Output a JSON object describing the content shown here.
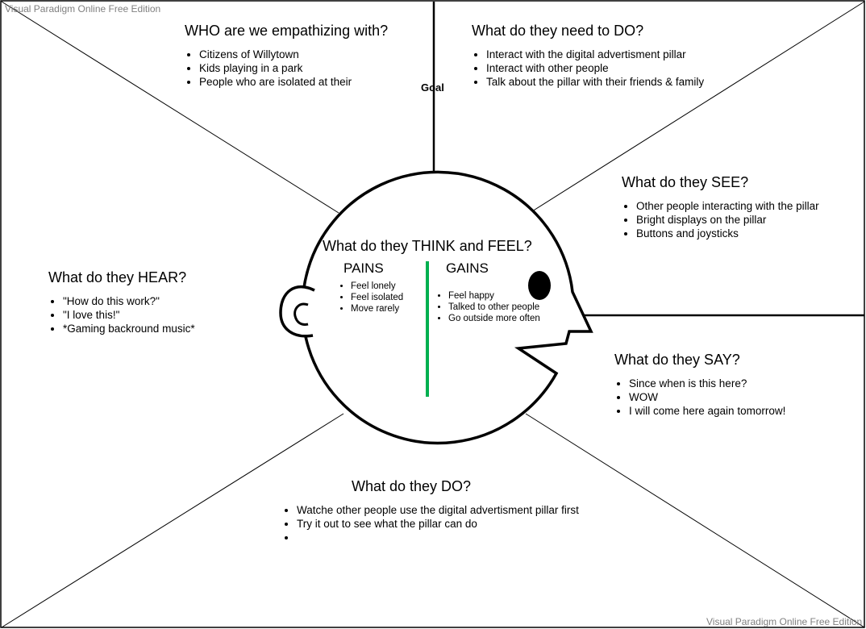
{
  "watermark": "Visual Paradigm Online Free Edition",
  "goal_label": "Goal",
  "colors": {
    "divider": "#00b050",
    "line": "#000000",
    "watermark": "#808080"
  },
  "who": {
    "title": "WHO are we empathizing with?",
    "items": [
      "Citizens of Willytown",
      "Kids playing in  a park",
      "People who are isolated at their"
    ]
  },
  "need_to_do": {
    "title": "What do they need to DO?",
    "items": [
      "Interact with the digital advertisment pillar",
      "Interact with other people",
      "Talk about the pillar with their friends & family"
    ]
  },
  "see": {
    "title": "What do they SEE?",
    "items": [
      "Other people interacting with the pillar",
      "Bright displays on the pillar",
      "Buttons and joysticks"
    ]
  },
  "hear": {
    "title": "What do they HEAR?",
    "items": [
      "\"How do this work?\"",
      "\"I love this!\"",
      "*Gaming backround music*"
    ]
  },
  "say": {
    "title": "What do they SAY?",
    "items": [
      "Since when is this here?",
      "WOW",
      "I will come here again tomorrow!"
    ]
  },
  "do": {
    "title": "What do they DO?",
    "items": [
      "Watche other people use the digital advertisment pillar first",
      "Try it out to see what the pillar can do",
      ""
    ]
  },
  "think_feel": {
    "title": "What do they THINK and FEEL?",
    "pains": {
      "title": "PAINS",
      "items": [
        "Feel lonely",
        "Feel isolated",
        "Move rarely"
      ]
    },
    "gains": {
      "title": "GAINS",
      "items": [
        "Feel happy",
        "Talked to other people",
        "Go outside more often"
      ]
    }
  }
}
